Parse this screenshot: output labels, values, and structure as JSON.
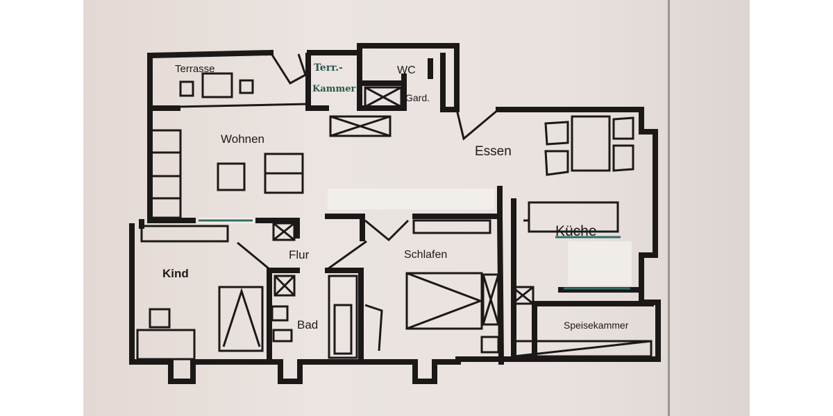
{
  "rooms": {
    "terrasse": "Terrasse",
    "terr_kammer_line1": "Terr.-",
    "terr_kammer_line2": "Kammer",
    "wc": "WC",
    "gard": "Gard.",
    "wohnen": "Wohnen",
    "essen": "Essen",
    "kueche": "Küche",
    "flur": "Flur",
    "schlafen": "Schlafen",
    "kind": "Kind",
    "bad": "Bad",
    "speisekammer": "Speisekammer"
  },
  "colors": {
    "wall": "#1b1918",
    "paper": "#e8e1dd",
    "handwriting": "#28564d",
    "correction_tape": "#f3f0ec"
  }
}
